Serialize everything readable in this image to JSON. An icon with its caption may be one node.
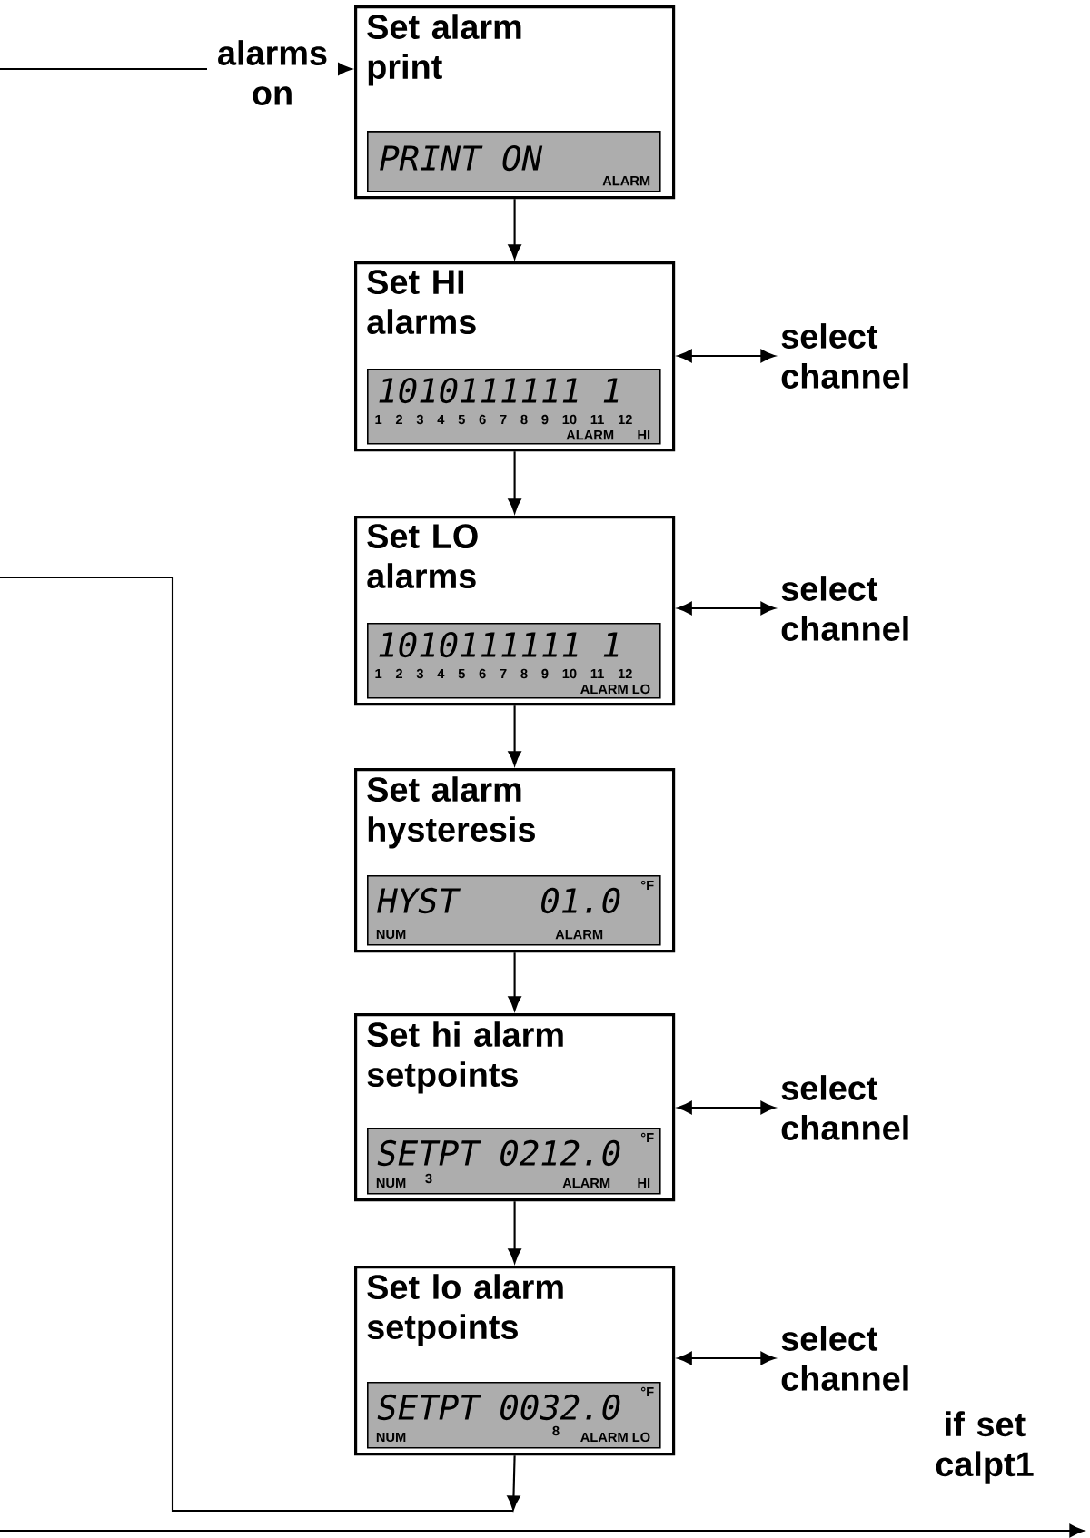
{
  "diagram": {
    "nodes": [
      {
        "text": [
          "Set alarm print"
        ]
      },
      {
        "text": [
          "PRINT ON",
          "ALARM"
        ],
        "in": 0
      },
      {
        "text": [
          "Set HI alarms"
        ]
      },
      {
        "text": [
          "1010111111 1",
          "1 2 3 4 5 6 7 8 9 10 11 12",
          "ALARM",
          "HI"
        ],
        "in": 2
      },
      {
        "text": [
          "select channel"
        ]
      },
      {
        "text": [
          "Set LO alarms"
        ]
      },
      {
        "text": [
          "1010111111 1",
          "1 2 3 4 5 6 7 8 9 10 11 12",
          "ALARM LO"
        ],
        "in": 5
      },
      {
        "text": [
          "select channel"
        ]
      },
      {
        "text": [
          "Set alarm hysteresis"
        ]
      },
      {
        "text": [
          "HYST",
          "01.0",
          "°F",
          "NUM",
          "ALARM"
        ],
        "in": 8
      },
      {
        "text": [
          "Set hi alarm setpoints"
        ]
      },
      {
        "text": [
          "SETPT",
          "0212.0",
          "°F",
          "NUM",
          "3",
          "ALARM",
          "HI"
        ],
        "in": 10
      },
      {
        "text": [
          "select channel"
        ]
      },
      {
        "text": [
          "Set lo alarm setpoints"
        ]
      },
      {
        "text": [
          "SETPT",
          "0032.0",
          "°F",
          "NUM",
          "8",
          "ALARM LO"
        ],
        "in": 13
      },
      {
        "text": [
          "select channel"
        ]
      }
    ],
    "edges": [
      {
        "from": null,
        "to": 0,
        "arrow": "to",
        "label": "alarms on"
      },
      {
        "from": 0,
        "to": 2,
        "arrow": "to"
      },
      {
        "from": 2,
        "to": 4,
        "arrow": "both"
      },
      {
        "from": 2,
        "to": 5,
        "arrow": "to"
      },
      {
        "from": 5,
        "to": 7,
        "arrow": "both"
      },
      {
        "from": 5,
        "to": 8,
        "arrow": "to"
      },
      {
        "from": 8,
        "to": 10,
        "arrow": "to"
      },
      {
        "from": 10,
        "to": 12,
        "arrow": "both"
      },
      {
        "from": 10,
        "to": 13,
        "arrow": "to"
      },
      {
        "from": 13,
        "to": 15,
        "arrow": "both"
      },
      {
        "from": 13,
        "to": null,
        "arrow": "to"
      }
    ],
    "labels": [
      "if set calpt1"
    ]
  }
}
